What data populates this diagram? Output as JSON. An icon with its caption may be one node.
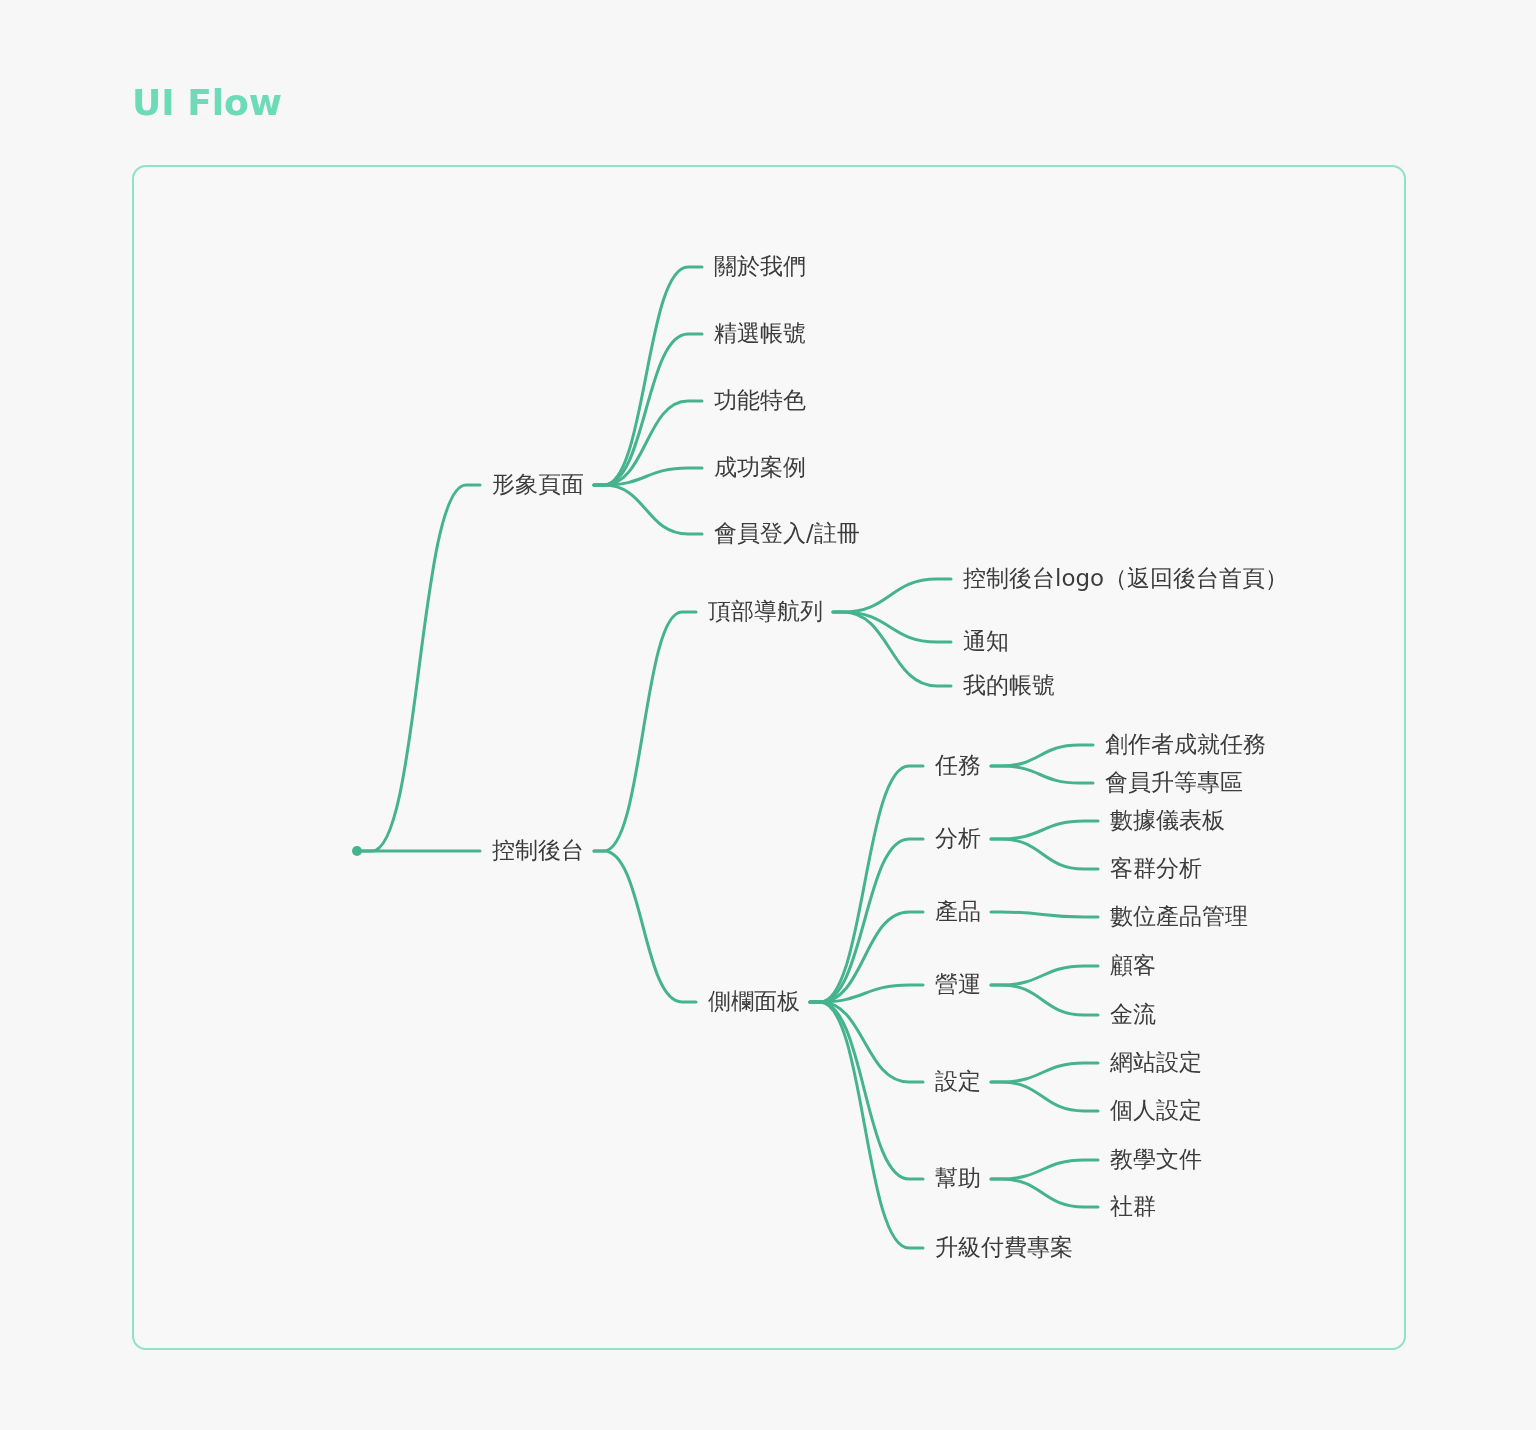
{
  "diagram": {
    "title": "UI Flow",
    "nodes": [
      {
        "text": [],
        "shape": "circle"
      },
      {
        "text": [
          "形象頁面"
        ]
      },
      {
        "text": [
          "關於我們"
        ]
      },
      {
        "text": [
          "精選帳號"
        ]
      },
      {
        "text": [
          "功能特色"
        ]
      },
      {
        "text": [
          "成功案例"
        ]
      },
      {
        "text": [
          "會員登入/註冊"
        ]
      },
      {
        "text": [
          "控制後台"
        ]
      },
      {
        "text": [
          "頂部導航列"
        ]
      },
      {
        "text": [
          "控制後台logo（返回後台首頁）"
        ]
      },
      {
        "text": [
          "通知"
        ]
      },
      {
        "text": [
          "我的帳號"
        ]
      },
      {
        "text": [
          "側欄面板"
        ]
      },
      {
        "text": [
          "任務"
        ]
      },
      {
        "text": [
          "創作者成就任務"
        ]
      },
      {
        "text": [
          "會員升等專區"
        ]
      },
      {
        "text": [
          "分析"
        ]
      },
      {
        "text": [
          "數據儀表板"
        ]
      },
      {
        "text": [
          "客群分析"
        ]
      },
      {
        "text": [
          "產品"
        ]
      },
      {
        "text": [
          "數位產品管理"
        ]
      },
      {
        "text": [
          "營運"
        ]
      },
      {
        "text": [
          "顧客"
        ]
      },
      {
        "text": [
          "金流"
        ]
      },
      {
        "text": [
          "設定"
        ]
      },
      {
        "text": [
          "網站設定"
        ]
      },
      {
        "text": [
          "個人設定"
        ]
      },
      {
        "text": [
          "幫助"
        ]
      },
      {
        "text": [
          "教學文件"
        ]
      },
      {
        "text": [
          "社群"
        ]
      },
      {
        "text": [
          "升級付費專案"
        ]
      }
    ],
    "edges": [
      {
        "from": 0,
        "to": 1,
        "arrow": "none"
      },
      {
        "from": 1,
        "to": 2,
        "arrow": "none"
      },
      {
        "from": 1,
        "to": 3,
        "arrow": "none"
      },
      {
        "from": 1,
        "to": 4,
        "arrow": "none"
      },
      {
        "from": 1,
        "to": 5,
        "arrow": "none"
      },
      {
        "from": 1,
        "to": 6,
        "arrow": "none"
      },
      {
        "from": 0,
        "to": 7,
        "arrow": "none"
      },
      {
        "from": 7,
        "to": 8,
        "arrow": "none"
      },
      {
        "from": 8,
        "to": 9,
        "arrow": "none"
      },
      {
        "from": 8,
        "to": 10,
        "arrow": "none"
      },
      {
        "from": 8,
        "to": 11,
        "arrow": "none"
      },
      {
        "from": 7,
        "to": 12,
        "arrow": "none"
      },
      {
        "from": 12,
        "to": 13,
        "arrow": "none"
      },
      {
        "from": 13,
        "to": 14,
        "arrow": "none"
      },
      {
        "from": 13,
        "to": 15,
        "arrow": "none"
      },
      {
        "from": 12,
        "to": 16,
        "arrow": "none"
      },
      {
        "from": 16,
        "to": 17,
        "arrow": "none"
      },
      {
        "from": 16,
        "to": 18,
        "arrow": "none"
      },
      {
        "from": 12,
        "to": 19,
        "arrow": "none"
      },
      {
        "from": 19,
        "to": 20,
        "arrow": "none"
      },
      {
        "from": 12,
        "to": 21,
        "arrow": "none"
      },
      {
        "from": 21,
        "to": 22,
        "arrow": "none"
      },
      {
        "from": 21,
        "to": 23,
        "arrow": "none"
      },
      {
        "from": 12,
        "to": 24,
        "arrow": "none"
      },
      {
        "from": 24,
        "to": 25,
        "arrow": "none"
      },
      {
        "from": 24,
        "to": 26,
        "arrow": "none"
      },
      {
        "from": 12,
        "to": 27,
        "arrow": "none"
      },
      {
        "from": 27,
        "to": 28,
        "arrow": "none"
      },
      {
        "from": 27,
        "to": 29,
        "arrow": "none"
      },
      {
        "from": 12,
        "to": 30,
        "arrow": "none"
      }
    ]
  }
}
